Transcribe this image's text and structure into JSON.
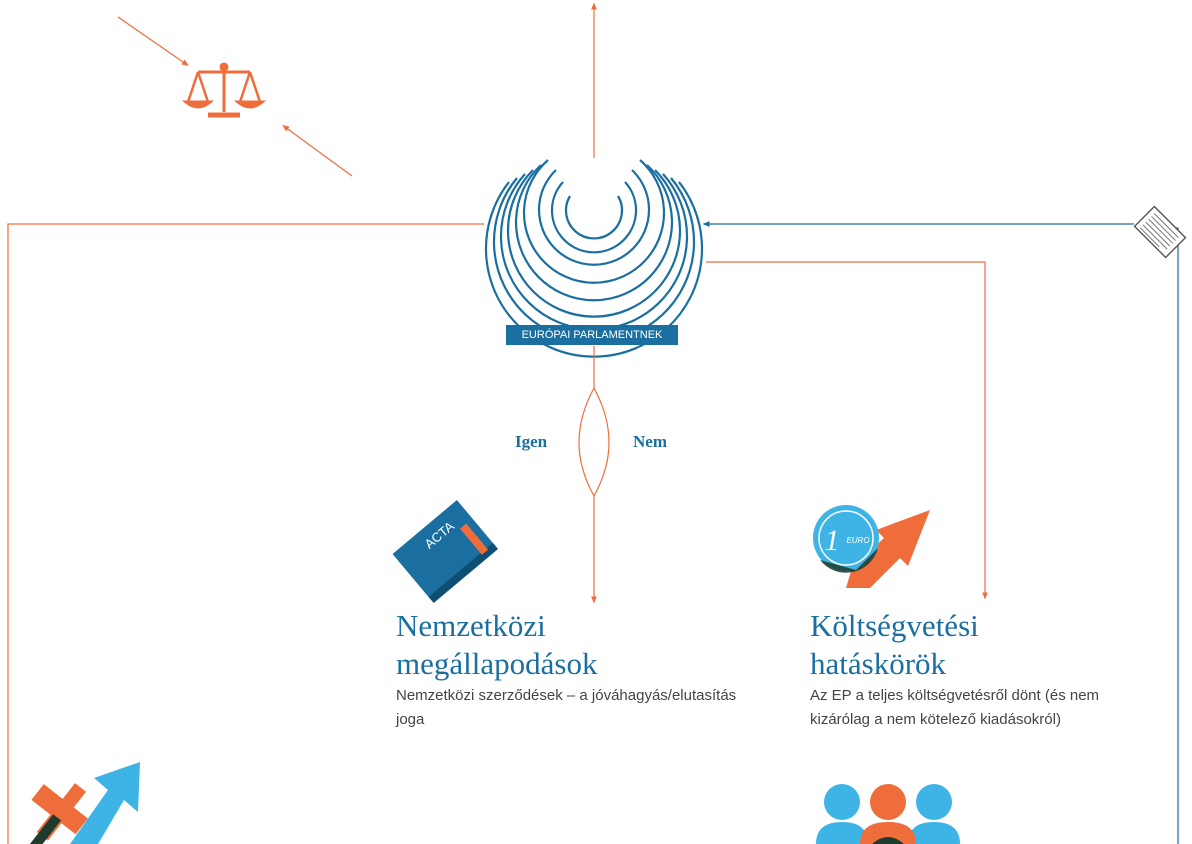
{
  "colors": {
    "orange": "#ef6d3b",
    "blue": "#1a6fa0",
    "light_blue": "#3db3e6",
    "dark_green": "#1e3b2c",
    "text_gray": "#444444"
  },
  "hub": {
    "label": "EURÓPAI PARLAMENTNEK",
    "icon": "european-parliament-arcs-icon"
  },
  "decision": {
    "yes_label": "Igen",
    "no_label": "Nem"
  },
  "cards": {
    "international": {
      "icon": "acta-book-icon",
      "icon_text": "ACTA",
      "title_line1": "Nemzetközi",
      "title_line2": "megállapodások",
      "desc_line1": "Nemzetközi szerződések – a jóváhagyás/elutasítás",
      "desc_line2": "joga"
    },
    "budget": {
      "icon": "euro-coin-arrow-icon",
      "icon_text_number": "1",
      "icon_text_currency": "EURO",
      "title_line1": "Költségvetési",
      "title_line2": "hatáskörök",
      "desc_line1": "Az EP a teljes költségvetésről dönt (és nem",
      "desc_line2": "kizárólag a nem kötelező kiadásokról)"
    }
  },
  "other_icons": [
    "scales-icon",
    "document-icon",
    "gavel-arrow-icon",
    "people-group-icon"
  ]
}
